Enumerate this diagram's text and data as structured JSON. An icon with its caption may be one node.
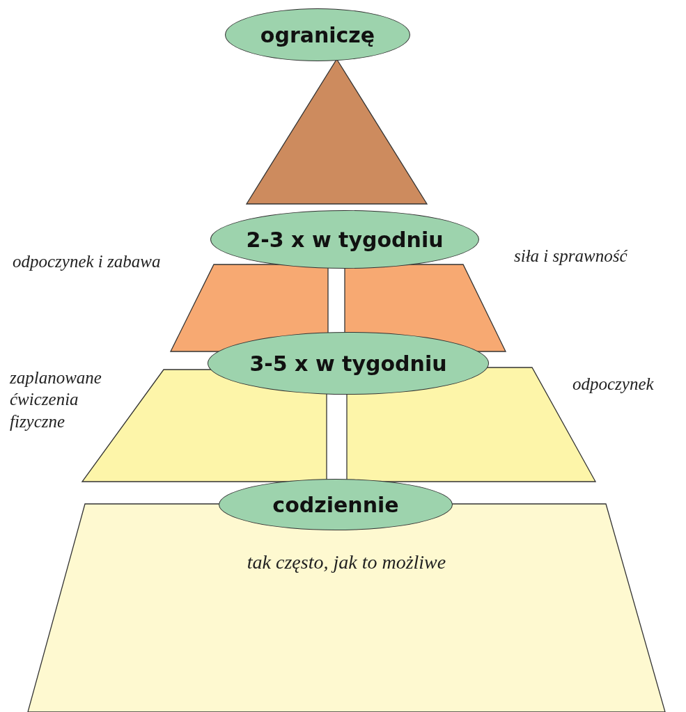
{
  "diagram": {
    "nodes": [
      {
        "text": [
          "ograniczę"
        ]
      },
      {
        "text": [],
        "shape": "triangle"
      },
      {
        "text": [
          "2-3 x w tygodniu"
        ]
      },
      {
        "text": [],
        "shape": "trapezoid",
        "beside": [
          "odpoczynek i zabawa"
        ]
      },
      {
        "text": [],
        "shape": "trapezoid",
        "beside": [
          "siła i sprawność"
        ]
      },
      {
        "text": [
          "3-5 x w tygodniu"
        ]
      },
      {
        "text": [],
        "shape": "trapezoid",
        "beside": [
          "zaplanowane ćwiczenia fizyczne"
        ]
      },
      {
        "text": [],
        "shape": "trapezoid",
        "beside": [
          "odpoczynek"
        ]
      },
      {
        "text": [
          "codziennie"
        ]
      },
      {
        "text": [
          "tak często, jak to możliwe"
        ]
      }
    ],
    "edges": []
  }
}
